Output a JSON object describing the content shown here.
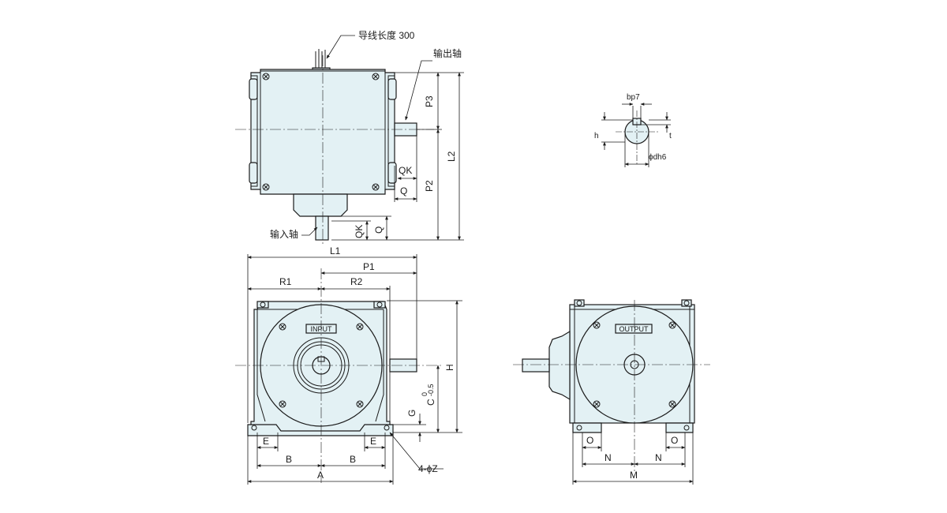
{
  "top_view": {
    "lead_length_label": "导线长度 300",
    "output_shaft_label": "输出轴",
    "input_shaft_label": "输入轴",
    "dims": {
      "P3": "P3",
      "P2": "P2",
      "L2": "L2",
      "QK_out": "QK",
      "Q_out": "Q",
      "QK_in": "QK",
      "Q_in": "Q"
    }
  },
  "shaft_detail": {
    "dims": {
      "b": "bp7",
      "h": "h",
      "t": "t",
      "d": "ϕdh6"
    }
  },
  "front_view": {
    "plate": "INPUT",
    "dims": {
      "L1": "L1",
      "P1": "P1",
      "R1": "R1",
      "R2": "R2",
      "H": "H",
      "C": "C",
      "C_tol_upper": "0",
      "C_tol_lower": "-0.5",
      "G": "G",
      "E_left": "E",
      "E_right": "E",
      "B_left": "B",
      "B_right": "B",
      "A": "A",
      "bolt_holes": "4-ϕZ"
    }
  },
  "side_view": {
    "plate": "OUTPUT",
    "dims": {
      "O_left": "O",
      "O_right": "O",
      "N_left": "N",
      "N_right": "N",
      "M": "M"
    }
  }
}
